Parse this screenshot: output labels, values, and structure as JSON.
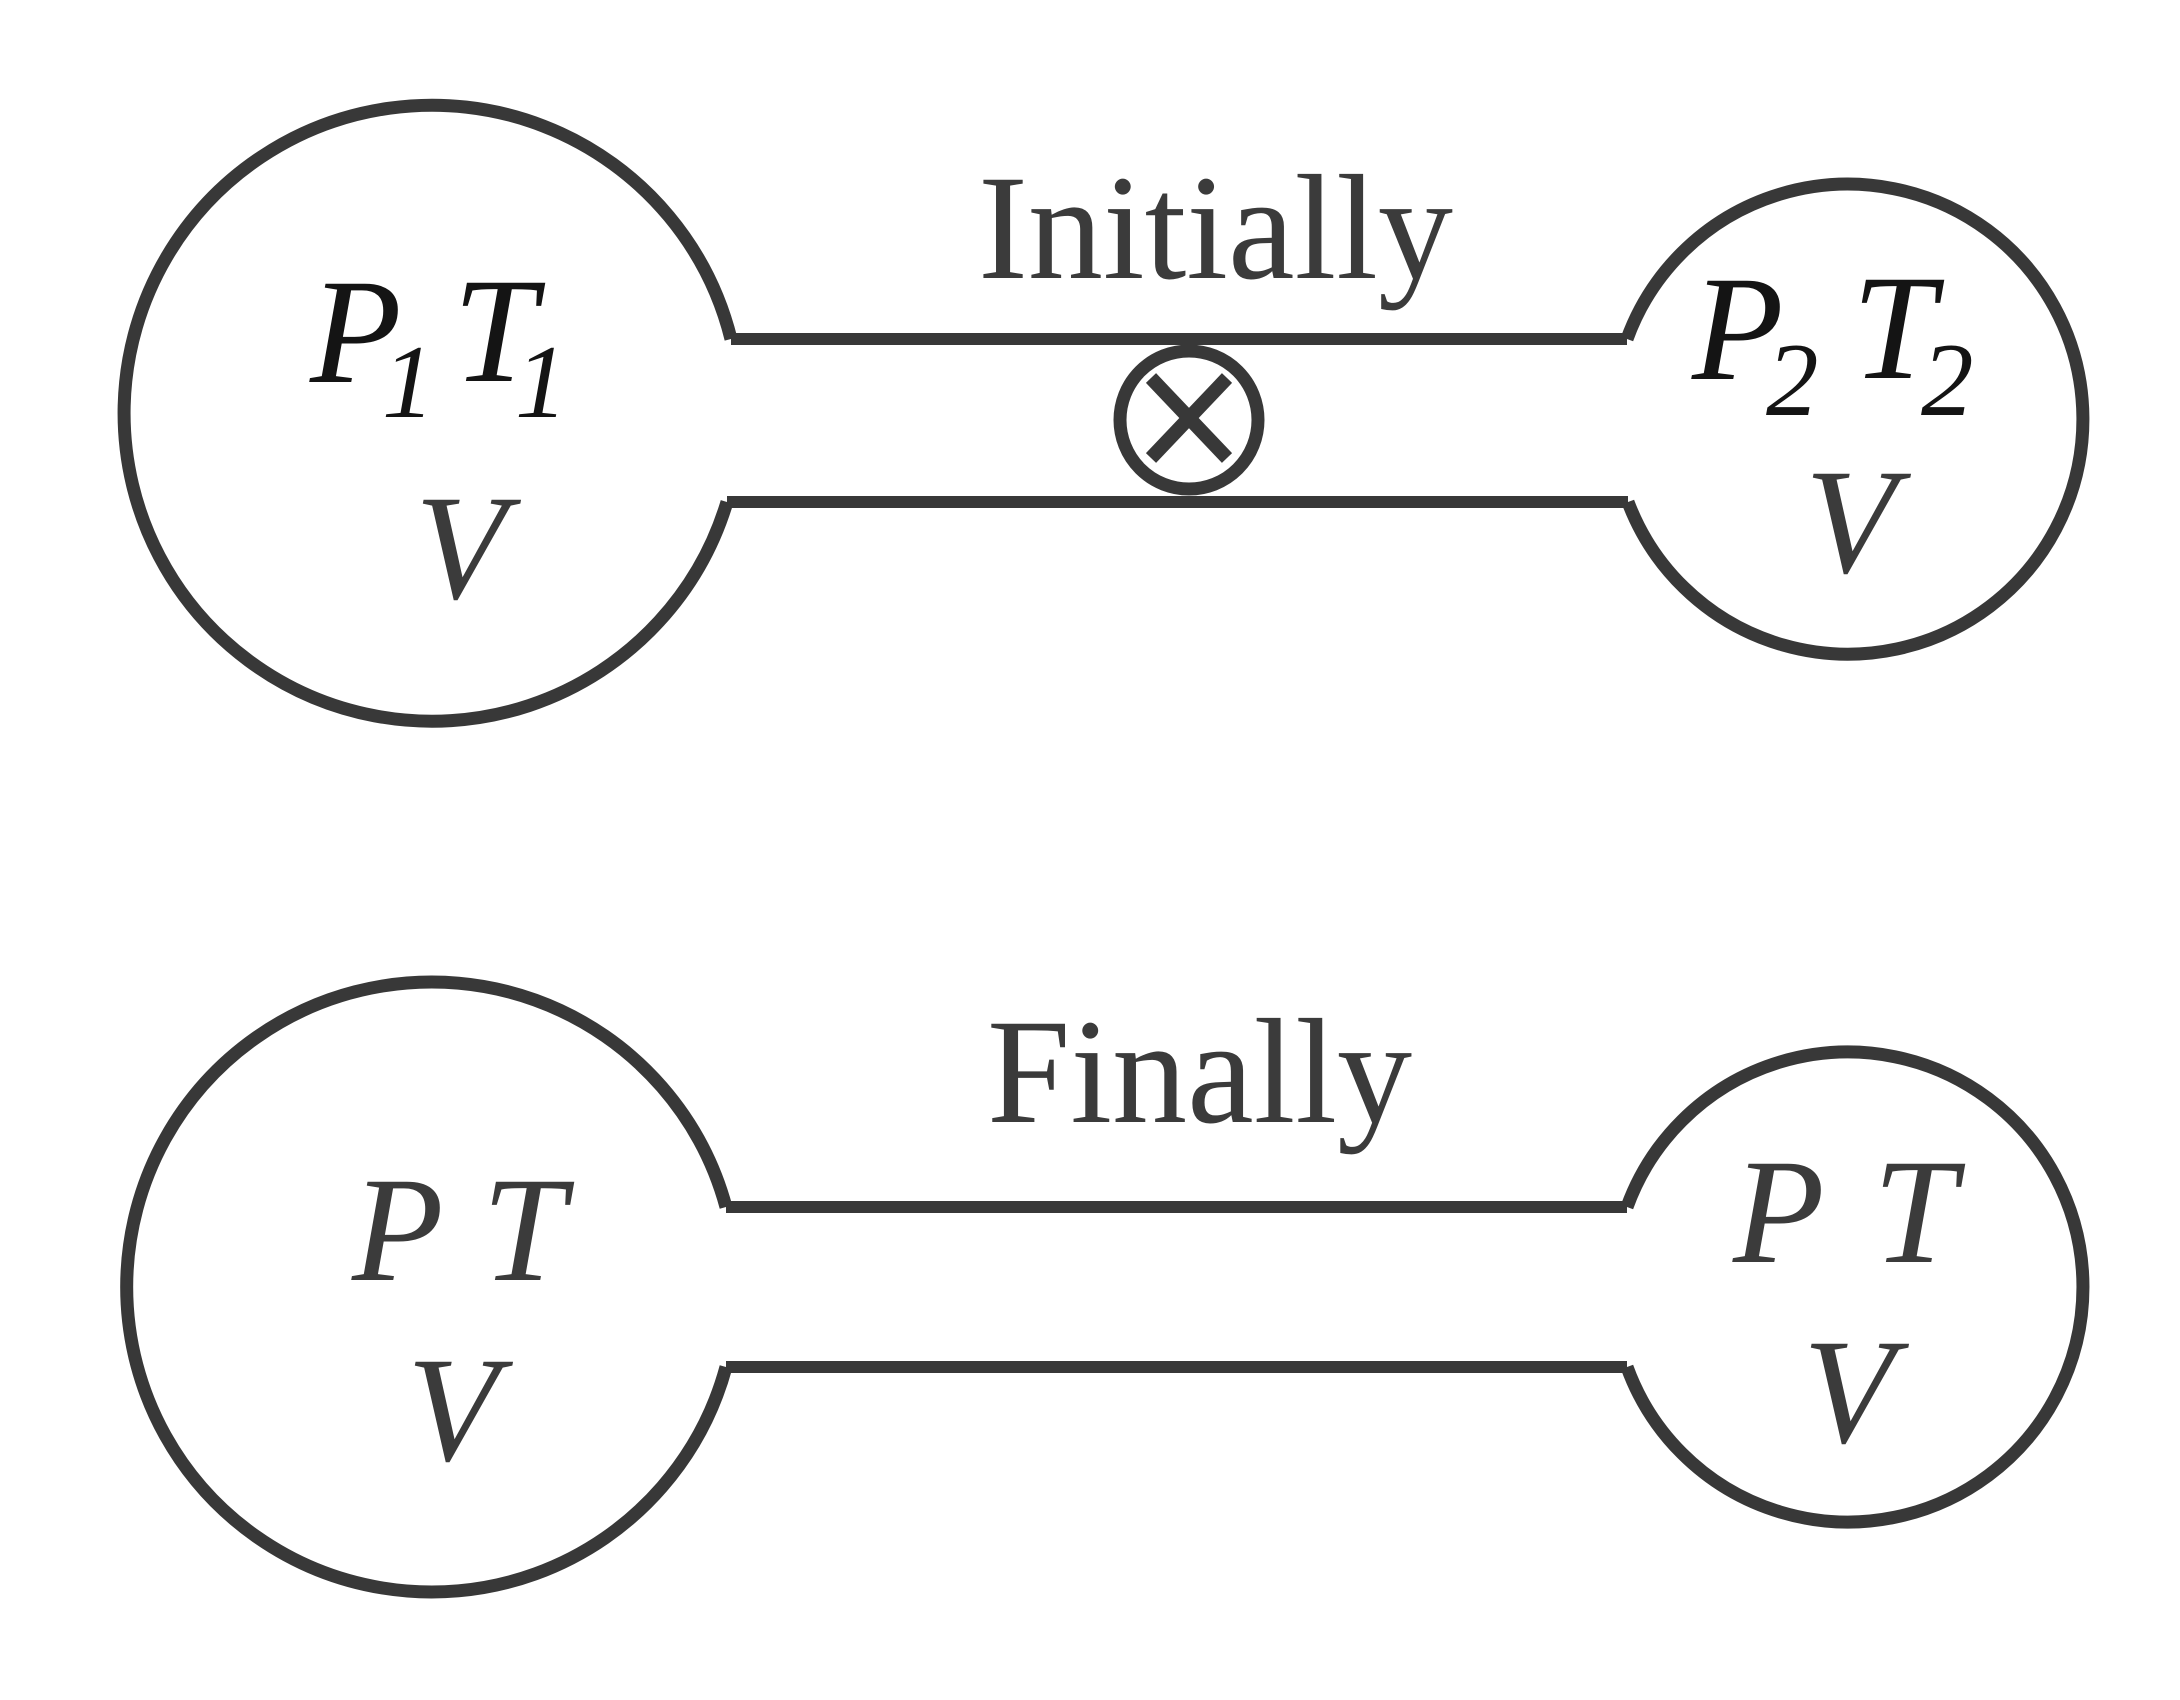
{
  "figure": {
    "initial": {
      "title": "Initially",
      "left_bulb": {
        "p": "P",
        "p_sub": "1",
        "t": "T",
        "t_sub": "1",
        "v": "V"
      },
      "right_bulb": {
        "p": "P",
        "p_sub": "2",
        "t": "T",
        "t_sub": "2",
        "v": "V"
      },
      "valve_state": "closed"
    },
    "final": {
      "title": "Finally",
      "left_bulb": {
        "p": "P",
        "t": "T",
        "v": "V"
      },
      "right_bulb": {
        "p": "P",
        "t": "T",
        "v": "V"
      }
    }
  },
  "colors": {
    "stroke": "#383838",
    "gray_ink": "#3b3b3b",
    "dark_ink": "#141414",
    "background": "#ffffff"
  }
}
